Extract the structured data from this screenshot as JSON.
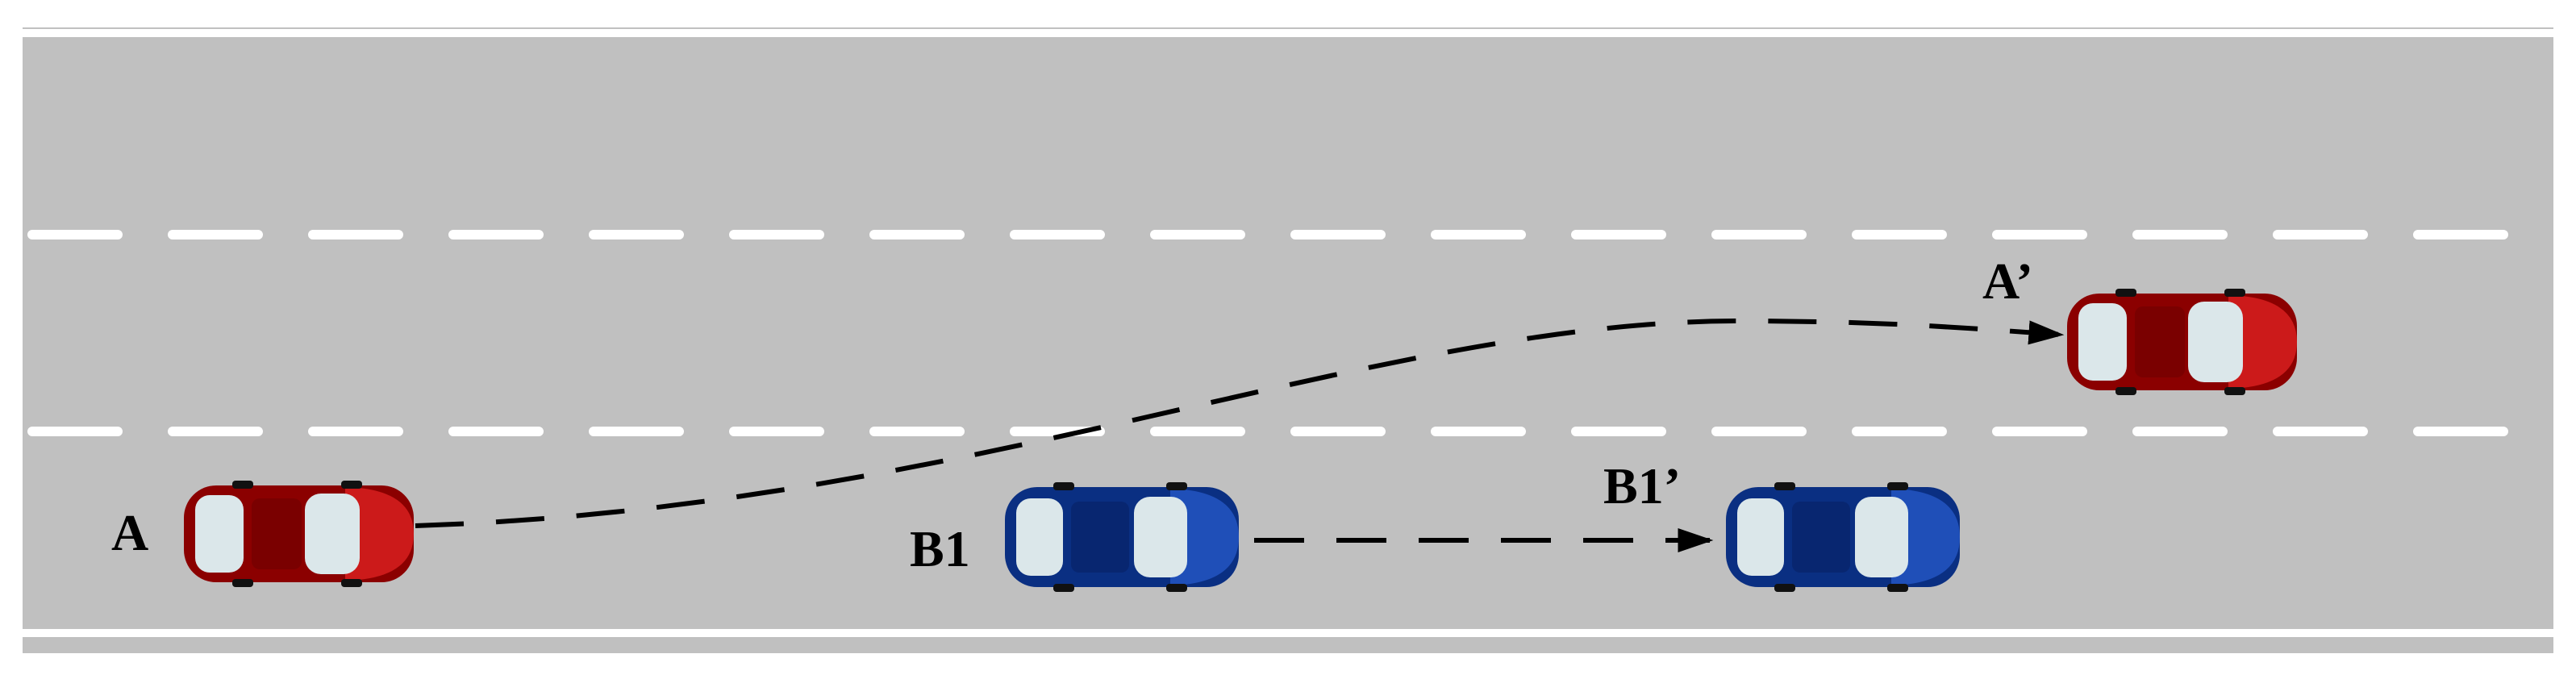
{
  "labels": {
    "car_a": "A",
    "car_a_target": "A’",
    "car_b1": "B1",
    "car_b1_target": "B1’"
  },
  "colors": {
    "road": "#c0c0c0",
    "edge_line": "#ffffff",
    "lane_dash": "#ffffff",
    "path": "#000000",
    "car_a_body": "#8b0000",
    "car_a_shade": "#cc1a1a",
    "car_b_body": "#0a2f82",
    "car_b_shade": "#1f4fb8",
    "glass": "#dbe7ea"
  },
  "icons": {
    "car_a": "red-car-top-view-icon",
    "car_a_target": "red-car-top-view-icon",
    "car_b1": "blue-car-top-view-icon",
    "car_b1_target": "blue-car-top-view-icon"
  }
}
